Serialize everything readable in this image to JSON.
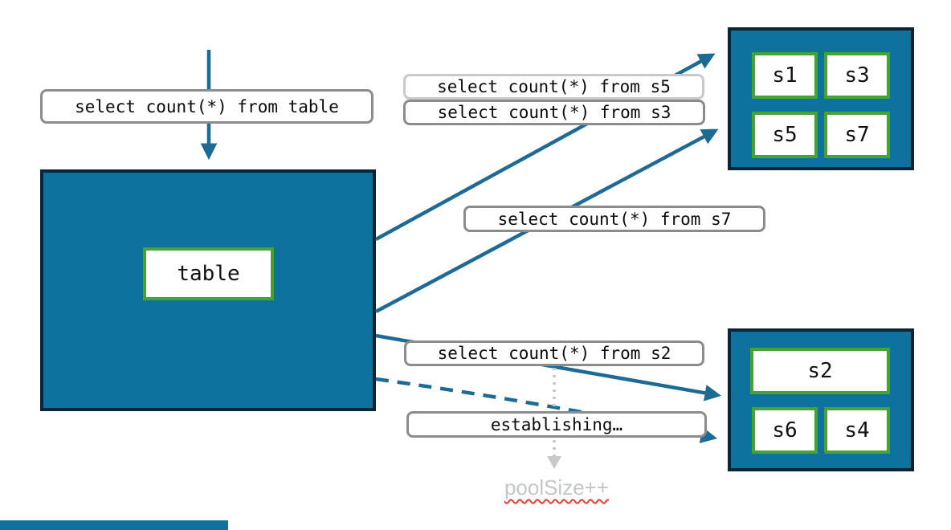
{
  "colors": {
    "teal_fill": "#0d739e",
    "dark_border": "#0c2433",
    "green_border": "#45a335",
    "arrow_teal": "#1d6b95",
    "label_border": "#8c8c8c",
    "label_border_light": "#c9c9c9",
    "muted_gray": "#c9c9c9",
    "note_text_gray": "#c3c6c9",
    "squiggle_red": "#e2402f"
  },
  "table_box": {
    "label": "table"
  },
  "queries": {
    "from_table": "select count(*) from table",
    "from_s5": "select count(*) from s5",
    "from_s3": "select count(*) from s3",
    "from_s7": "select count(*) from s7",
    "from_s2": "select count(*) from s2",
    "establishing": "establishing…"
  },
  "shards": {
    "top": [
      "s1",
      "s3",
      "s5",
      "s7"
    ],
    "bottom": [
      "s2",
      "s6",
      "s4"
    ]
  },
  "pool_note": "poolSize++"
}
